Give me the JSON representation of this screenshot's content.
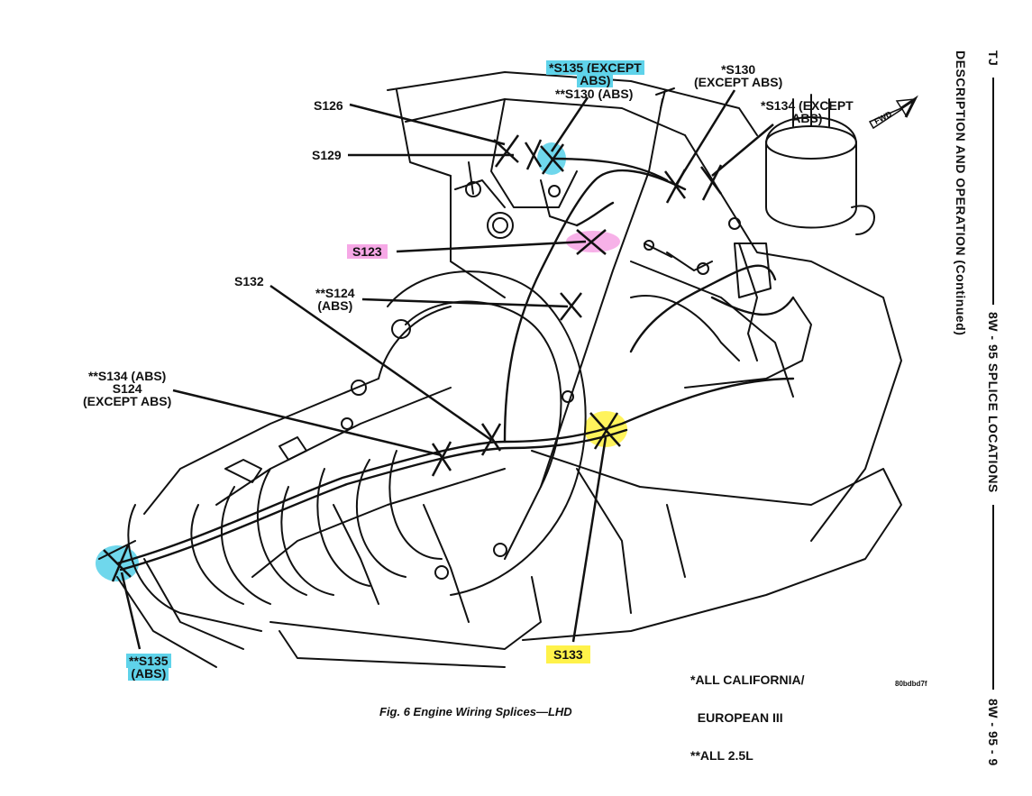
{
  "page_header": {
    "manual_code": "TJ",
    "section_title": "8W - 95 SPLICE LOCATIONS",
    "section_subtitle": "DESCRIPTION AND OPERATION (Continued)",
    "page_number": "8W - 95 - 9"
  },
  "figure": {
    "caption": "Fig. 6 Engine Wiring Splices—LHD",
    "image_code": "80bdbd7f",
    "direction_indicator": "FWD",
    "notes": [
      "*ALL CALIFORNIA/",
      "  EUROPEAN III",
      "**ALL 2.5L"
    ]
  },
  "highlight_colors": {
    "cyan": "#5fd3ea",
    "pink": "#f6a8e6",
    "yellow": "#fff24a"
  },
  "splice_labels": [
    {
      "id": "s135-except-abs",
      "lines": [
        "*S135 (EXCEPT",
        "ABS)"
      ],
      "highlight": "cyan"
    },
    {
      "id": "s130-abs",
      "lines": [
        "**S130 (ABS)"
      ],
      "highlight": "none"
    },
    {
      "id": "s130-except-abs",
      "lines": [
        "*S130",
        "(EXCEPT ABS)"
      ],
      "highlight": "none"
    },
    {
      "id": "s134-except-abs",
      "lines": [
        "*S134 (EXCEPT",
        "ABS)"
      ],
      "highlight": "none"
    },
    {
      "id": "s126",
      "lines": [
        "S126"
      ],
      "highlight": "none"
    },
    {
      "id": "s129",
      "lines": [
        "S129"
      ],
      "highlight": "none"
    },
    {
      "id": "s123",
      "lines": [
        "S123"
      ],
      "highlight": "pink"
    },
    {
      "id": "s132",
      "lines": [
        "S132"
      ],
      "highlight": "none"
    },
    {
      "id": "s124-abs",
      "lines": [
        "**S124",
        "(ABS)"
      ],
      "highlight": "none"
    },
    {
      "id": "s134-abs-s124-except",
      "lines": [
        "**S134 (ABS)",
        "S124",
        "(EXCEPT ABS)"
      ],
      "highlight": "none"
    },
    {
      "id": "s135-abs",
      "lines": [
        "**S135",
        "(ABS)"
      ],
      "highlight": "cyan"
    },
    {
      "id": "s133",
      "lines": [
        "S133"
      ],
      "highlight": "yellow"
    }
  ]
}
